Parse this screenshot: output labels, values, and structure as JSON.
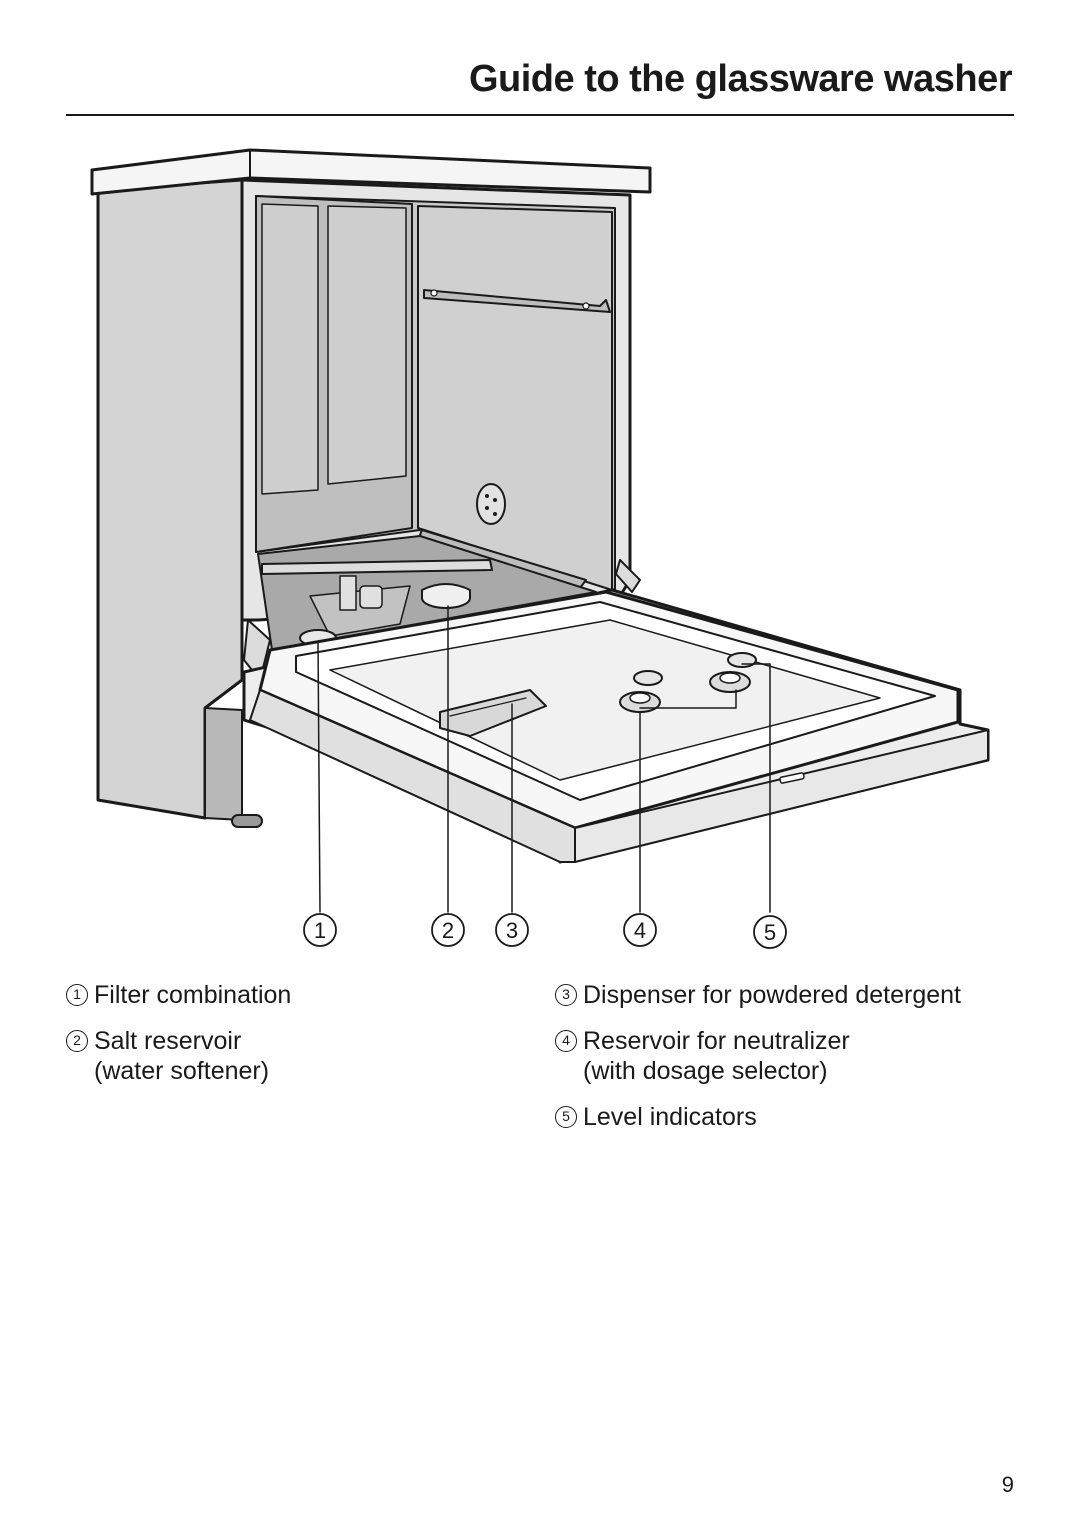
{
  "header": {
    "title": "Guide to the glassware washer"
  },
  "callouts": [
    "1",
    "2",
    "3",
    "4",
    "5"
  ],
  "legend": {
    "left": [
      {
        "num": "1",
        "lines": [
          "Filter combination"
        ]
      },
      {
        "num": "2",
        "lines": [
          "Salt reservoir",
          "(water softener)"
        ]
      }
    ],
    "right": [
      {
        "num": "3",
        "lines": [
          "Dispenser for powdered detergent"
        ]
      },
      {
        "num": "4",
        "lines": [
          "Reservoir for neutralizer",
          "(with dosage selector)"
        ]
      },
      {
        "num": "5",
        "lines": [
          "Level indicators"
        ]
      }
    ]
  },
  "footer": {
    "page_number": "9"
  }
}
